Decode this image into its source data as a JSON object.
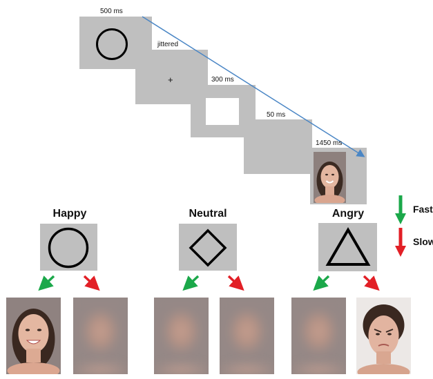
{
  "trial_sequence": {
    "durations": [
      "500 ms",
      "jittered",
      "300 ms",
      "50 ms",
      "1450 ms"
    ],
    "fixation_symbol": "+"
  },
  "conditions": [
    {
      "label": "Happy",
      "cue_shape": "circle"
    },
    {
      "label": "Neutral",
      "cue_shape": "diamond"
    },
    {
      "label": "Angry",
      "cue_shape": "triangle"
    }
  ],
  "legend": {
    "fast_label": "Fast",
    "slow_label": "Slow",
    "fast_color": "#1ba84a",
    "slow_color": "#e21f26"
  },
  "colors": {
    "panel_gray": "#bfbfbf",
    "timeline_arrow": "#4a86c5"
  }
}
